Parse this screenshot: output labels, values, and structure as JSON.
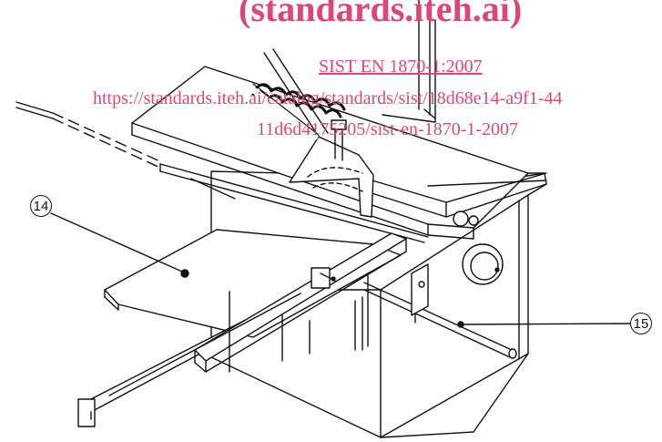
{
  "watermark": {
    "header": "(standards.iteh.ai)",
    "standard": "SIST EN 1870-1:2007",
    "url_line1": "https://standards.iteh.ai/catalog/standards/sist/18d68e14-a9f1-44",
    "url_line2": "11d6d4175205/sist-en-1870-1-2007",
    "color": "#e0457a"
  },
  "callouts": [
    {
      "label": "14"
    },
    {
      "label": "15"
    }
  ],
  "colors": {
    "line": "#111111",
    "paper": "#ffffff"
  }
}
